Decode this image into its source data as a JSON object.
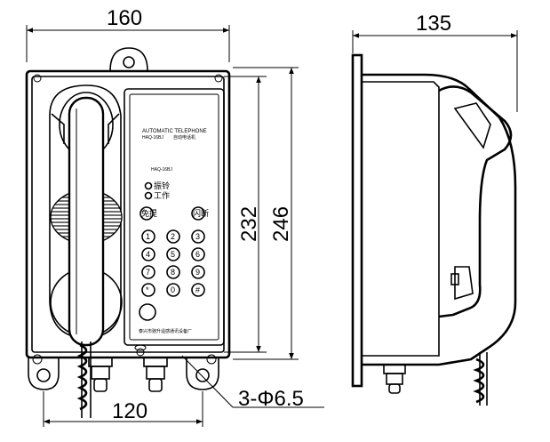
{
  "dimensions": {
    "front_width": "160",
    "front_height_inner": "232",
    "front_height_outer": "246",
    "mount_spacing": "120",
    "side_depth": "135",
    "holes": "3-Φ6.5"
  },
  "panel": {
    "title_en": "AUTOMATIC TELEPHONE",
    "model": "HAQ-16BJ",
    "title_cn": "自动电话机",
    "code": "HAQ-16BJ",
    "indicator_1": "振铃",
    "indicator_2": "工作",
    "left_func": "免提",
    "right_func": "闪断",
    "keys": [
      "1",
      "2",
      "3",
      "4",
      "5",
      "6",
      "7",
      "8",
      "9",
      "*",
      "0",
      "#"
    ],
    "maker": "泰兴市驰升遥感通讯设备厂"
  },
  "colors": {
    "line": "#000000",
    "background": "#ffffff",
    "grille": "#333333"
  }
}
